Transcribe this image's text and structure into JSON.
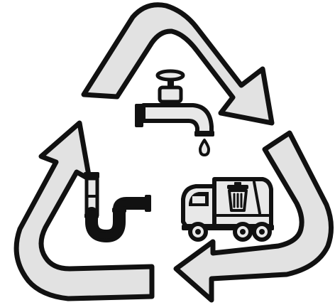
{
  "palette": {
    "ink": "#111111",
    "arrow_fill": "#e2e2e2",
    "pale": "#e8e8e8",
    "background": "#ffffff"
  },
  "icons": {
    "top": "water-faucet-icon",
    "left": "drain-pipe-icon",
    "right": "garbage-truck-icon"
  },
  "arrows": [
    "top-arrow",
    "right-arrow",
    "left-arrow"
  ],
  "cycle_direction": "clockwise"
}
